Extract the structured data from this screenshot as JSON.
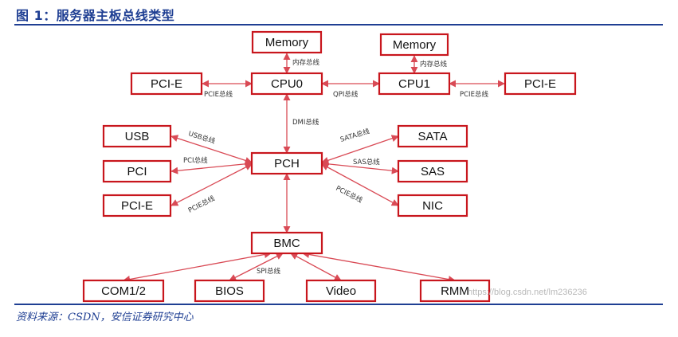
{
  "title": "图 1：服务器主板总线类型",
  "source": "资料来源：CSDN，安信证券研究中心",
  "watermark": "https://blog.csdn.net/lm236236",
  "colors": {
    "accent": "#1f3f93",
    "box_border": "#c8161d",
    "arrow": "#d94a55"
  },
  "nodes": [
    {
      "id": "mem0",
      "label": "Memory"
    },
    {
      "id": "mem1",
      "label": "Memory"
    },
    {
      "id": "pcie_l",
      "label": "PCI-E"
    },
    {
      "id": "cpu0",
      "label": "CPU0"
    },
    {
      "id": "cpu1",
      "label": "CPU1"
    },
    {
      "id": "pcie_r",
      "label": "PCI-E"
    },
    {
      "id": "usb",
      "label": "USB"
    },
    {
      "id": "pci",
      "label": "PCI"
    },
    {
      "id": "pcie_b",
      "label": "PCI-E"
    },
    {
      "id": "pch",
      "label": "PCH"
    },
    {
      "id": "sata",
      "label": "SATA"
    },
    {
      "id": "sas",
      "label": "SAS"
    },
    {
      "id": "nic",
      "label": "NIC"
    },
    {
      "id": "bmc",
      "label": "BMC"
    },
    {
      "id": "com",
      "label": "COM1/2"
    },
    {
      "id": "bios",
      "label": "BIOS"
    },
    {
      "id": "video",
      "label": "Video"
    },
    {
      "id": "rmm",
      "label": "RMM"
    }
  ],
  "edges": [
    {
      "from": "cpu0",
      "to": "mem0",
      "label": "内存总线"
    },
    {
      "from": "cpu1",
      "to": "mem1",
      "label": "内存总线"
    },
    {
      "from": "cpu0",
      "to": "pcie_l",
      "label": "PCIE总线"
    },
    {
      "from": "cpu0",
      "to": "cpu1",
      "label": "QPI总线"
    },
    {
      "from": "cpu1",
      "to": "pcie_r",
      "label": "PCIE总线"
    },
    {
      "from": "cpu0",
      "to": "pch",
      "label": "DMI总线"
    },
    {
      "from": "pch",
      "to": "usb",
      "label": "USB总线"
    },
    {
      "from": "pch",
      "to": "pci",
      "label": "PCI总线"
    },
    {
      "from": "pch",
      "to": "pcie_b",
      "label": "PCIE总线"
    },
    {
      "from": "pch",
      "to": "sata",
      "label": "SATA总线"
    },
    {
      "from": "pch",
      "to": "sas",
      "label": "SAS总线"
    },
    {
      "from": "pch",
      "to": "nic",
      "label": "PCIE总线"
    },
    {
      "from": "pch",
      "to": "bmc",
      "label": ""
    },
    {
      "from": "bmc",
      "to": "com",
      "label": ""
    },
    {
      "from": "bmc",
      "to": "bios",
      "label": "SPI总线"
    },
    {
      "from": "bmc",
      "to": "video",
      "label": ""
    },
    {
      "from": "bmc",
      "to": "rmm",
      "label": ""
    }
  ]
}
